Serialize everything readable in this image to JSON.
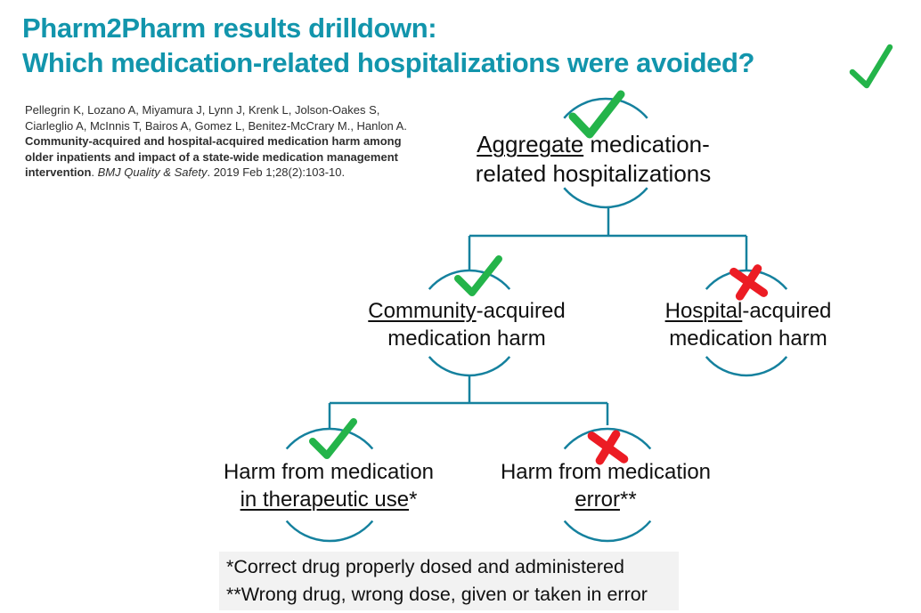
{
  "title": {
    "line1": "Pharm2Pharm results drilldown:",
    "line2": "Which medication-related hospitalizations were avoided?"
  },
  "citation": {
    "authors_line1": "Pellegrin K, Lozano A, Miyamura J, Lynn J, Krenk L, Jolson-Oakes S,",
    "authors_line2": "Ciarleglio A, McInnis T, Bairos A, Gomez L, Benitez-McCrary M., Hanlon A.",
    "bold_title_line1": "Community-acquired and hospital-acquired medication harm among",
    "bold_title_line2": "older inpatients and impact of a state-wide medication management",
    "bold_title_line3": "intervention",
    "period": ". ",
    "journal_italic": "BMJ Quality & Safety",
    "pub_info": ". 2019 Feb 1;28(2):103-10."
  },
  "diagram": {
    "aggregate": {
      "underlined": "Aggregate",
      "rest_line1": " medication-",
      "line2": "related hospitalizations",
      "status": "check"
    },
    "community": {
      "underlined": "Community",
      "rest_line1": "-acquired",
      "line2": "medication harm",
      "status": "check"
    },
    "hospital": {
      "underlined": "Hospital",
      "rest_line1": "-acquired",
      "line2": "medication harm",
      "status": "cross"
    },
    "therapeutic": {
      "line1": "Harm from medication",
      "underlined": "in therapeutic use",
      "suffix": "*",
      "status": "check"
    },
    "error": {
      "line1": "Harm from medication",
      "underlined": "error",
      "suffix": "**",
      "status": "cross"
    }
  },
  "footnotes": {
    "line1": "*Correct drug properly dosed and administered",
    "line2": "**Wrong drug, wrong dose, given or taken in error"
  },
  "colors": {
    "title_teal": "#1295ac",
    "diagram_teal": "#15819e",
    "check_green": "#24b44a",
    "cross_red": "#ec1c24",
    "footnote_bg": "#f2f2f2"
  }
}
